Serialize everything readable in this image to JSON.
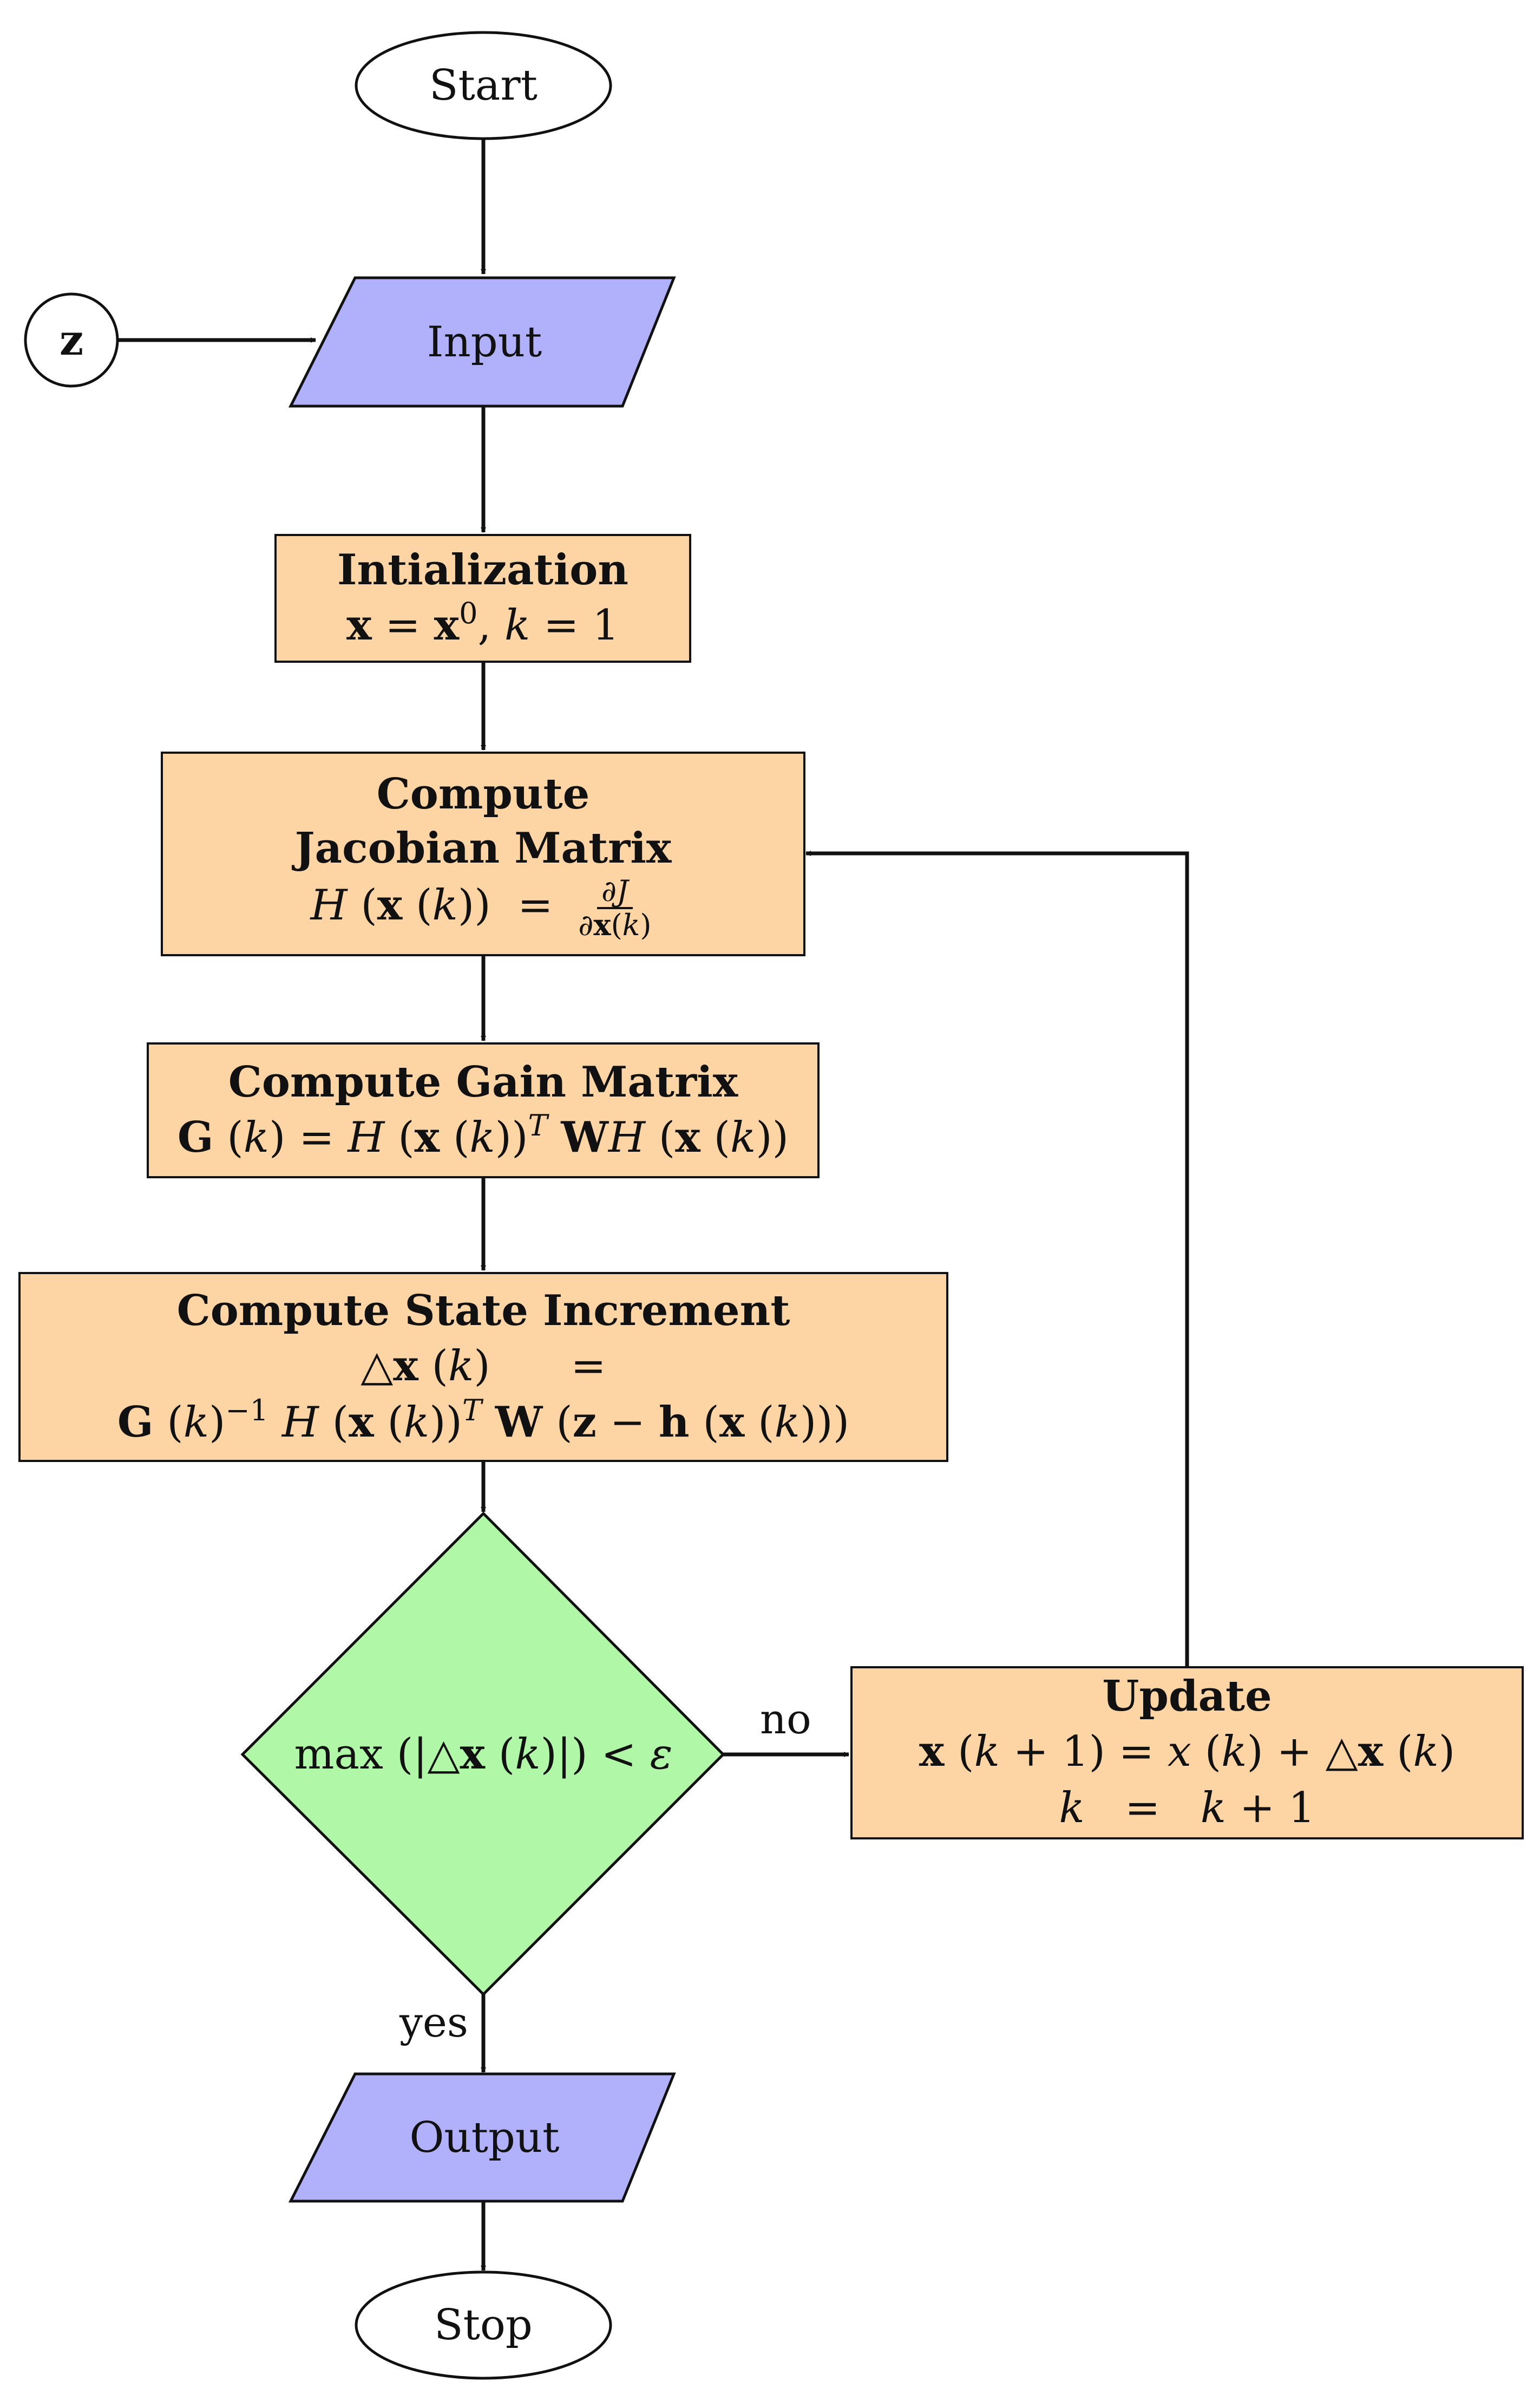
{
  "nodes": {
    "start": {
      "label": "Start"
    },
    "input": {
      "label": "Input"
    },
    "z_connector": {
      "label": "z"
    },
    "init": {
      "title": "Intialization",
      "formula": "x = x⁰, k = 1"
    },
    "jacobian": {
      "title_line1": "Compute",
      "title_line2": "Jacobian Matrix",
      "formula": "H (x (k)) = ∂J / ∂x(k)"
    },
    "gain": {
      "title": "Compute Gain Matrix",
      "formula": "G (k) = H (x (k))ᵀ WH (x (k))"
    },
    "increment": {
      "title": "Compute State Increment",
      "formula_line1": "△x (k) =",
      "formula_line2": "G (k)⁻¹ H (x (k))ᵀ W (z − h (x (k)))"
    },
    "decision": {
      "formula": "max (|△x (k)|) < ε"
    },
    "update": {
      "title": "Update",
      "formula_line1": "x (k + 1) = x (k) + △x (k)",
      "formula_line2": "k = k + 1"
    },
    "output": {
      "label": "Output"
    },
    "stop": {
      "label": "Stop"
    }
  },
  "edges": {
    "no_label": "no",
    "yes_label": "yes"
  },
  "colors": {
    "process_fill": "#fdd5a5",
    "io_fill": "#b0b0fb",
    "decision_fill": "#b0f8a8",
    "stroke": "#111111"
  }
}
